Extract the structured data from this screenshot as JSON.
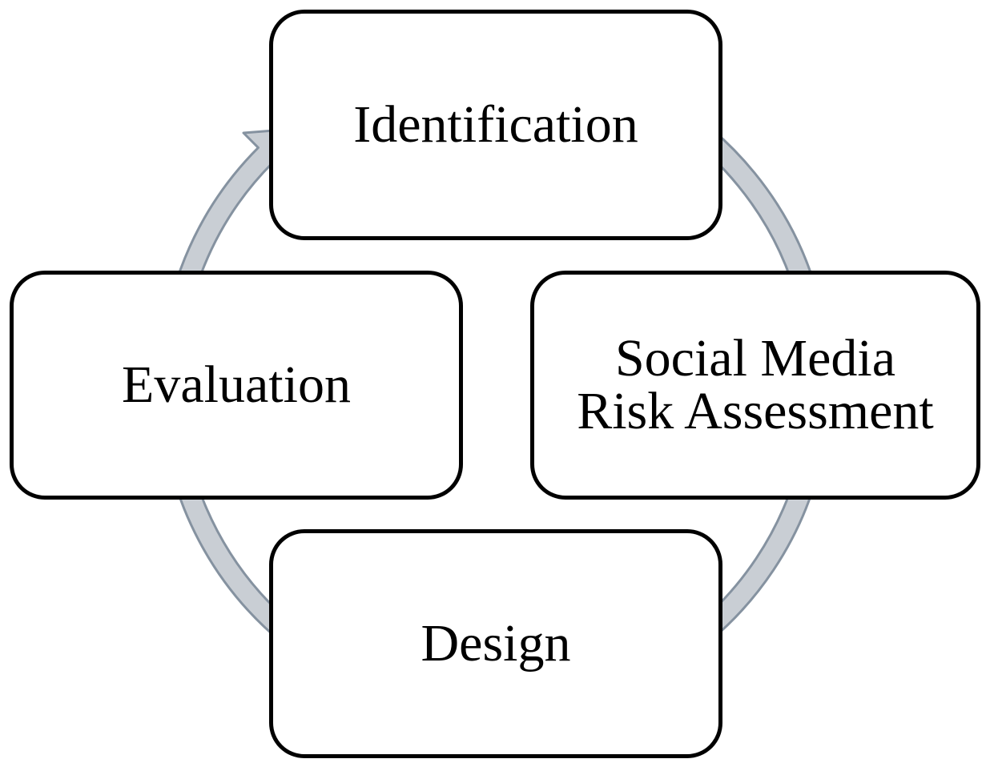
{
  "diagram": {
    "type": "cycle",
    "colors": {
      "box_border": "#000000",
      "box_fill": "#ffffff",
      "ring_fill": "#c9ced4",
      "ring_stroke": "#8592a0",
      "text": "#000000"
    },
    "steps": [
      {
        "label": "Identification"
      },
      {
        "label": "Social Media\nRisk Assessment"
      },
      {
        "label": "Design"
      },
      {
        "label": "Evaluation"
      }
    ]
  }
}
